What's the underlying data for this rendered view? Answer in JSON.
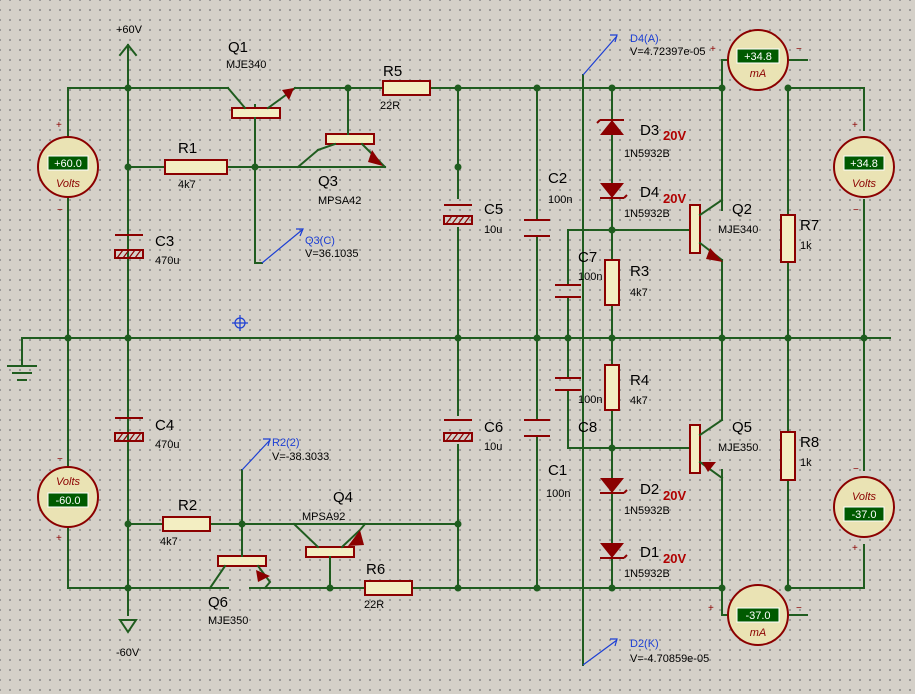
{
  "rails": {
    "pos_label": "+60V",
    "neg_label": "-60V"
  },
  "meters": {
    "vm_pos_left": {
      "value": "+60.0",
      "unit": "Volts"
    },
    "vm_neg_left": {
      "value": "-60.0",
      "unit": "Volts"
    },
    "am_top": {
      "value": "+34.8",
      "unit": "mA"
    },
    "vm_pos_right": {
      "value": "+34.8",
      "unit": "Volts"
    },
    "vm_neg_right": {
      "value": "-37.0",
      "unit": "Volts"
    },
    "am_bottom": {
      "value": "-37.0",
      "unit": "mA"
    }
  },
  "probes": {
    "q3c": {
      "name": "Q3(C)",
      "value": "V=36.1035"
    },
    "r2": {
      "name": "R2(2)",
      "value": "V=-38.3033"
    },
    "d4a": {
      "name": "D4(A)",
      "value": "V=4.72397e-05"
    },
    "d2k": {
      "name": "D2(K)",
      "value": "V=-4.70859e-05"
    }
  },
  "components": {
    "q1": {
      "ref": "Q1",
      "value": "MJE340"
    },
    "q2": {
      "ref": "Q2",
      "value": "MJE340"
    },
    "q3": {
      "ref": "Q3",
      "value": "MPSA42"
    },
    "q4": {
      "ref": "Q4",
      "value": "MPSA92"
    },
    "q5": {
      "ref": "Q5",
      "value": "MJE350"
    },
    "q6": {
      "ref": "Q6",
      "value": "MJE350"
    },
    "r1": {
      "ref": "R1",
      "value": "4k7"
    },
    "r2": {
      "ref": "R2",
      "value": "4k7"
    },
    "r3": {
      "ref": "R3",
      "value": "4k7"
    },
    "r4": {
      "ref": "R4",
      "value": "4k7"
    },
    "r5": {
      "ref": "R5",
      "value": "22R"
    },
    "r6": {
      "ref": "R6",
      "value": "22R"
    },
    "r7": {
      "ref": "R7",
      "value": "1k"
    },
    "r8": {
      "ref": "R8",
      "value": "1k"
    },
    "c1": {
      "ref": "C1",
      "value": "100n"
    },
    "c2": {
      "ref": "C2",
      "value": "100n"
    },
    "c3": {
      "ref": "C3",
      "value": "470u"
    },
    "c4": {
      "ref": "C4",
      "value": "470u"
    },
    "c5": {
      "ref": "C5",
      "value": "10u"
    },
    "c6": {
      "ref": "C6",
      "value": "10u"
    },
    "c7": {
      "ref": "C7",
      "value": "100n"
    },
    "c8": {
      "ref": "C8",
      "value": "100n"
    },
    "d1": {
      "ref": "D1",
      "rating": "20V",
      "part": "1N5932B"
    },
    "d2": {
      "ref": "D2",
      "rating": "20V",
      "part": "1N5932B"
    },
    "d3": {
      "ref": "D3",
      "rating": "20V",
      "part": "1N5932B"
    },
    "d4": {
      "ref": "D4",
      "rating": "20V",
      "part": "1N5932B"
    }
  }
}
